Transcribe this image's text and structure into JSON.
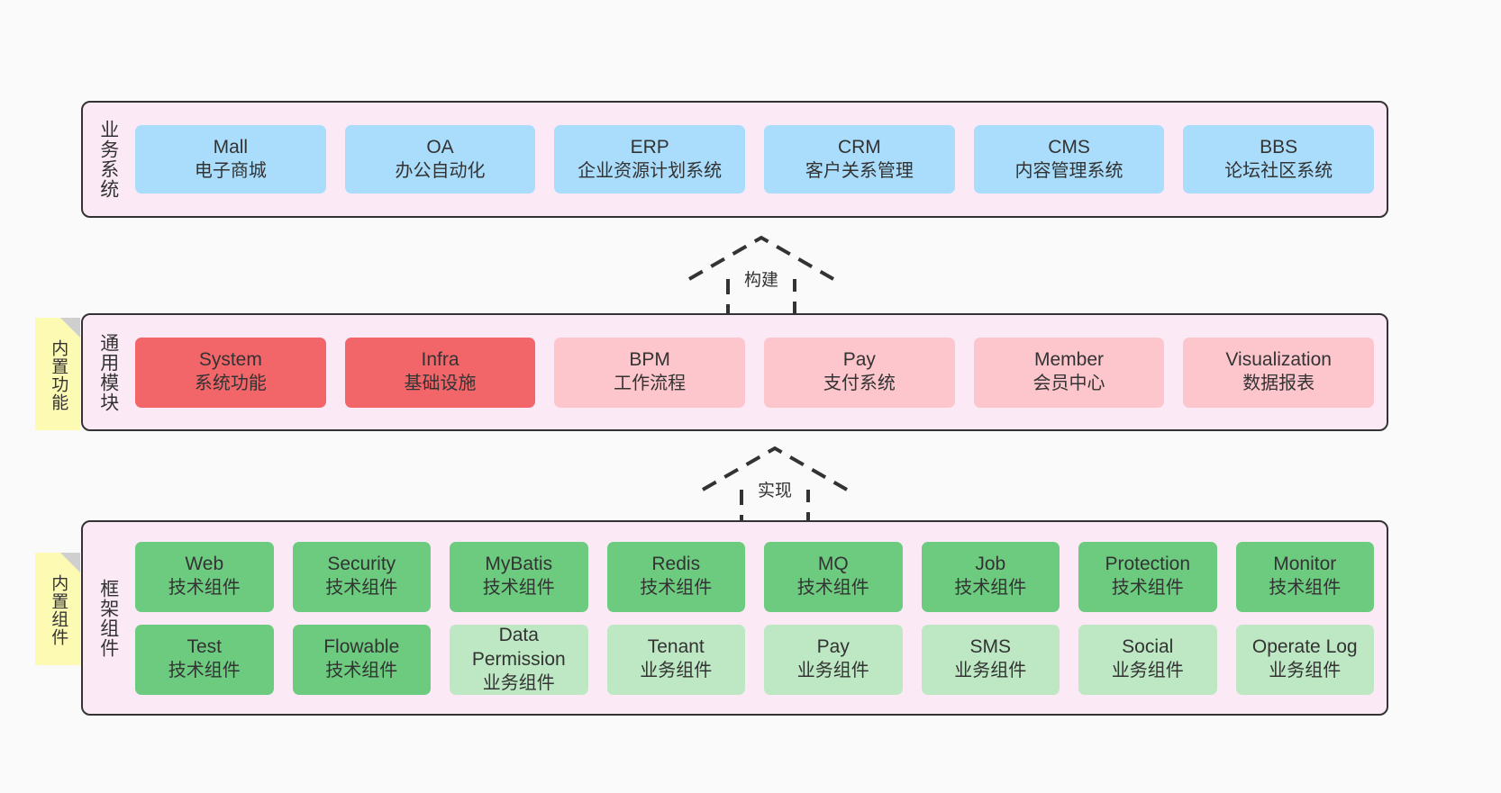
{
  "bands": [
    {
      "id": "band-business",
      "label": "业务系统",
      "rows": [
        {
          "cards": [
            {
              "title": "Mall",
              "sub": "电子商城",
              "color": "c-blue"
            },
            {
              "title": "OA",
              "sub": "办公自动化",
              "color": "c-blue"
            },
            {
              "title": "ERP",
              "sub": "企业资源计划系统",
              "color": "c-blue"
            },
            {
              "title": "CRM",
              "sub": "客户关系管理",
              "color": "c-blue"
            },
            {
              "title": "CMS",
              "sub": "内容管理系统",
              "color": "c-blue"
            },
            {
              "title": "BBS",
              "sub": "论坛社区系统",
              "color": "c-blue"
            }
          ]
        }
      ]
    },
    {
      "id": "band-modules",
      "label": "通用模块",
      "sticky": "内置功能",
      "rows": [
        {
          "cards": [
            {
              "title": "System",
              "sub": "系统功能",
              "color": "c-red"
            },
            {
              "title": "Infra",
              "sub": "基础设施",
              "color": "c-red"
            },
            {
              "title": "BPM",
              "sub": "工作流程",
              "color": "c-pink"
            },
            {
              "title": "Pay",
              "sub": "支付系统",
              "color": "c-pink"
            },
            {
              "title": "Member",
              "sub": "会员中心",
              "color": "c-pink"
            },
            {
              "title": "Visualization",
              "sub": "数据报表",
              "color": "c-pink"
            }
          ]
        }
      ]
    },
    {
      "id": "band-framework",
      "label": "框架组件",
      "sticky": "内置组件",
      "rows": [
        {
          "cards": [
            {
              "title": "Web",
              "sub": "技术组件",
              "color": "c-green"
            },
            {
              "title": "Security",
              "sub": "技术组件",
              "color": "c-green"
            },
            {
              "title": "MyBatis",
              "sub": "技术组件",
              "color": "c-green"
            },
            {
              "title": "Redis",
              "sub": "技术组件",
              "color": "c-green"
            },
            {
              "title": "MQ",
              "sub": "技术组件",
              "color": "c-green"
            },
            {
              "title": "Job",
              "sub": "技术组件",
              "color": "c-green"
            },
            {
              "title": "Protection",
              "sub": "技术组件",
              "color": "c-green"
            },
            {
              "title": "Monitor",
              "sub": "技术组件",
              "color": "c-green"
            }
          ]
        },
        {
          "cards": [
            {
              "title": "Test",
              "sub": "技术组件",
              "color": "c-green"
            },
            {
              "title": "Flowable",
              "sub": "技术组件",
              "color": "c-green"
            },
            {
              "title": "Data Permission",
              "sub": "业务组件",
              "color": "c-lightgreen",
              "wrap": true
            },
            {
              "title": "Tenant",
              "sub": "业务组件",
              "color": "c-lightgreen"
            },
            {
              "title": "Pay",
              "sub": "业务组件",
              "color": "c-lightgreen"
            },
            {
              "title": "SMS",
              "sub": "业务组件",
              "color": "c-lightgreen"
            },
            {
              "title": "Social",
              "sub": "业务组件",
              "color": "c-lightgreen"
            },
            {
              "title": "Operate Log",
              "sub": "业务组件",
              "color": "c-lightgreen"
            }
          ]
        }
      ]
    }
  ],
  "connectors": [
    {
      "label": "构建"
    },
    {
      "label": "实现"
    }
  ],
  "colors": {
    "band_background": "#fbeaf5",
    "band_border": "#333333",
    "business_card": "#aaddfb",
    "module_core_card": "#f2666a",
    "module_card": "#fcc6cc",
    "tech_component_card": "#6ccb7f",
    "business_component_card": "#bde8c3",
    "sticky_note": "#fdfab4",
    "canvas": "#fafafa"
  }
}
